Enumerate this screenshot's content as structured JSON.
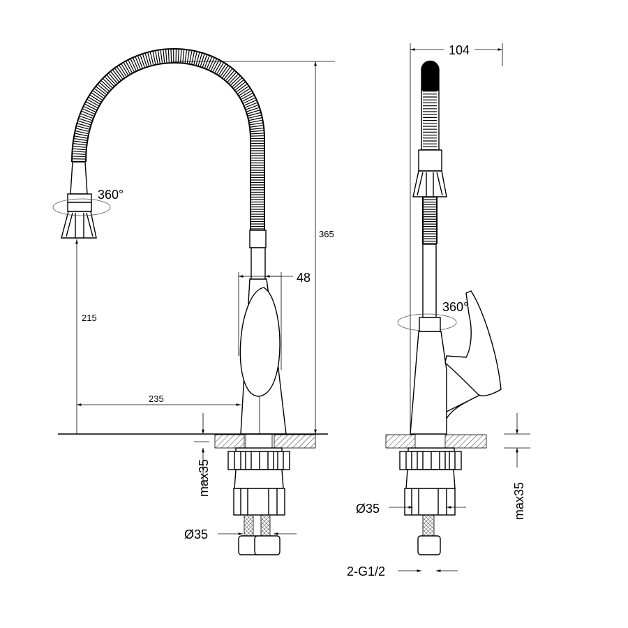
{
  "drawing": {
    "left_view": {
      "rotation_label": "360°",
      "height_label": "365",
      "body_width_label": "48",
      "spout_height_label": "215",
      "reach_label": "235",
      "mount_thickness_label": "max35",
      "hole_diameter_label": "Ø35"
    },
    "right_view": {
      "width_label": "104",
      "rotation_label": "360°",
      "hole_diameter_label": "Ø35",
      "mount_thickness_label": "max35",
      "connection_label": "2-G1/2"
    },
    "colors": {
      "line": "#000000",
      "background": "#ffffff",
      "ellipse": "#555555"
    }
  }
}
